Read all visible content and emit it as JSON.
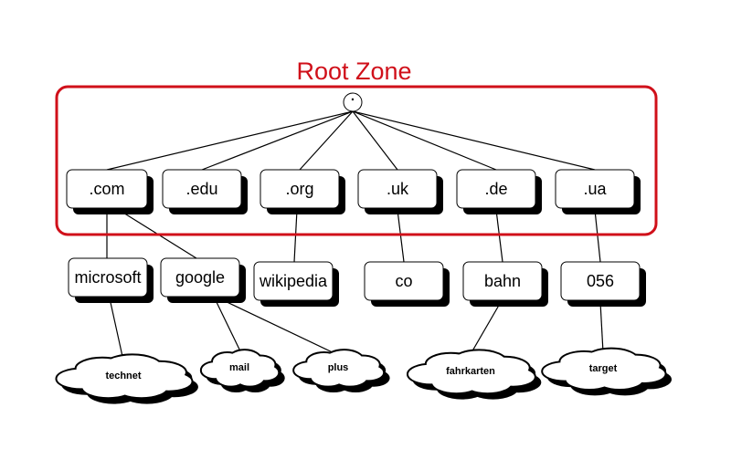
{
  "root_zone": {
    "title": "Root Zone",
    "title_color": "#d0101a",
    "root_label": "."
  },
  "tlds": [
    {
      "label": ".com"
    },
    {
      "label": ".edu"
    },
    {
      "label": ".org"
    },
    {
      "label": ".uk"
    },
    {
      "label": ".de"
    },
    {
      "label": ".ua"
    }
  ],
  "second_level": [
    {
      "label": "microsoft",
      "parent": ".com"
    },
    {
      "label": "google",
      "parent": ".com"
    },
    {
      "label": "wikipedia",
      "parent": ".org"
    },
    {
      "label": "co",
      "parent": ".uk"
    },
    {
      "label": "bahn",
      "parent": ".de"
    },
    {
      "label": "056",
      "parent": ".ua"
    }
  ],
  "subdomains": [
    {
      "label": "technet",
      "parent": "microsoft"
    },
    {
      "label": "mail",
      "parent": "google"
    },
    {
      "label": "plus",
      "parent": "google"
    },
    {
      "label": "fahrkarten",
      "parent": "bahn"
    },
    {
      "label": "target",
      "parent": "056"
    }
  ],
  "colors": {
    "zone_border": "#d0101a",
    "box_fill": "#ffffff",
    "shadow": "#000000",
    "line": "#000000"
  }
}
